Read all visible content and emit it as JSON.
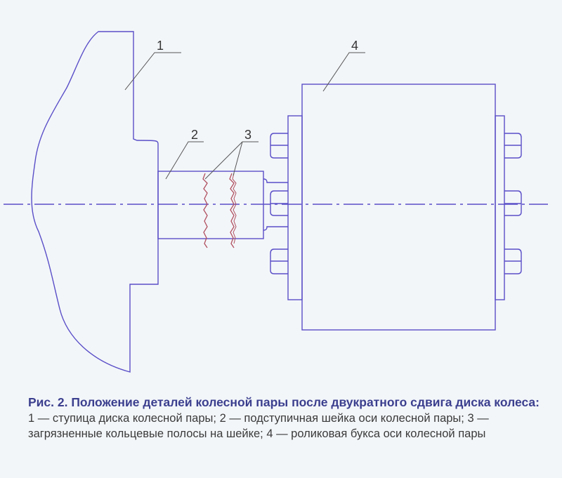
{
  "diagram": {
    "line_color": "#5a4fc8",
    "labels": [
      "1",
      "2",
      "3",
      "4"
    ]
  },
  "caption": {
    "title": "Рис. 2. Положение деталей колесной пары после двукратного сдвига диска колеса:",
    "body": "1 — ступица диска колесной пары; 2 — подступичная шейка оси колесной пары; 3 — загрязненные кольцевые полосы на шейке; 4 — роликовая букса оси колесной пары"
  }
}
